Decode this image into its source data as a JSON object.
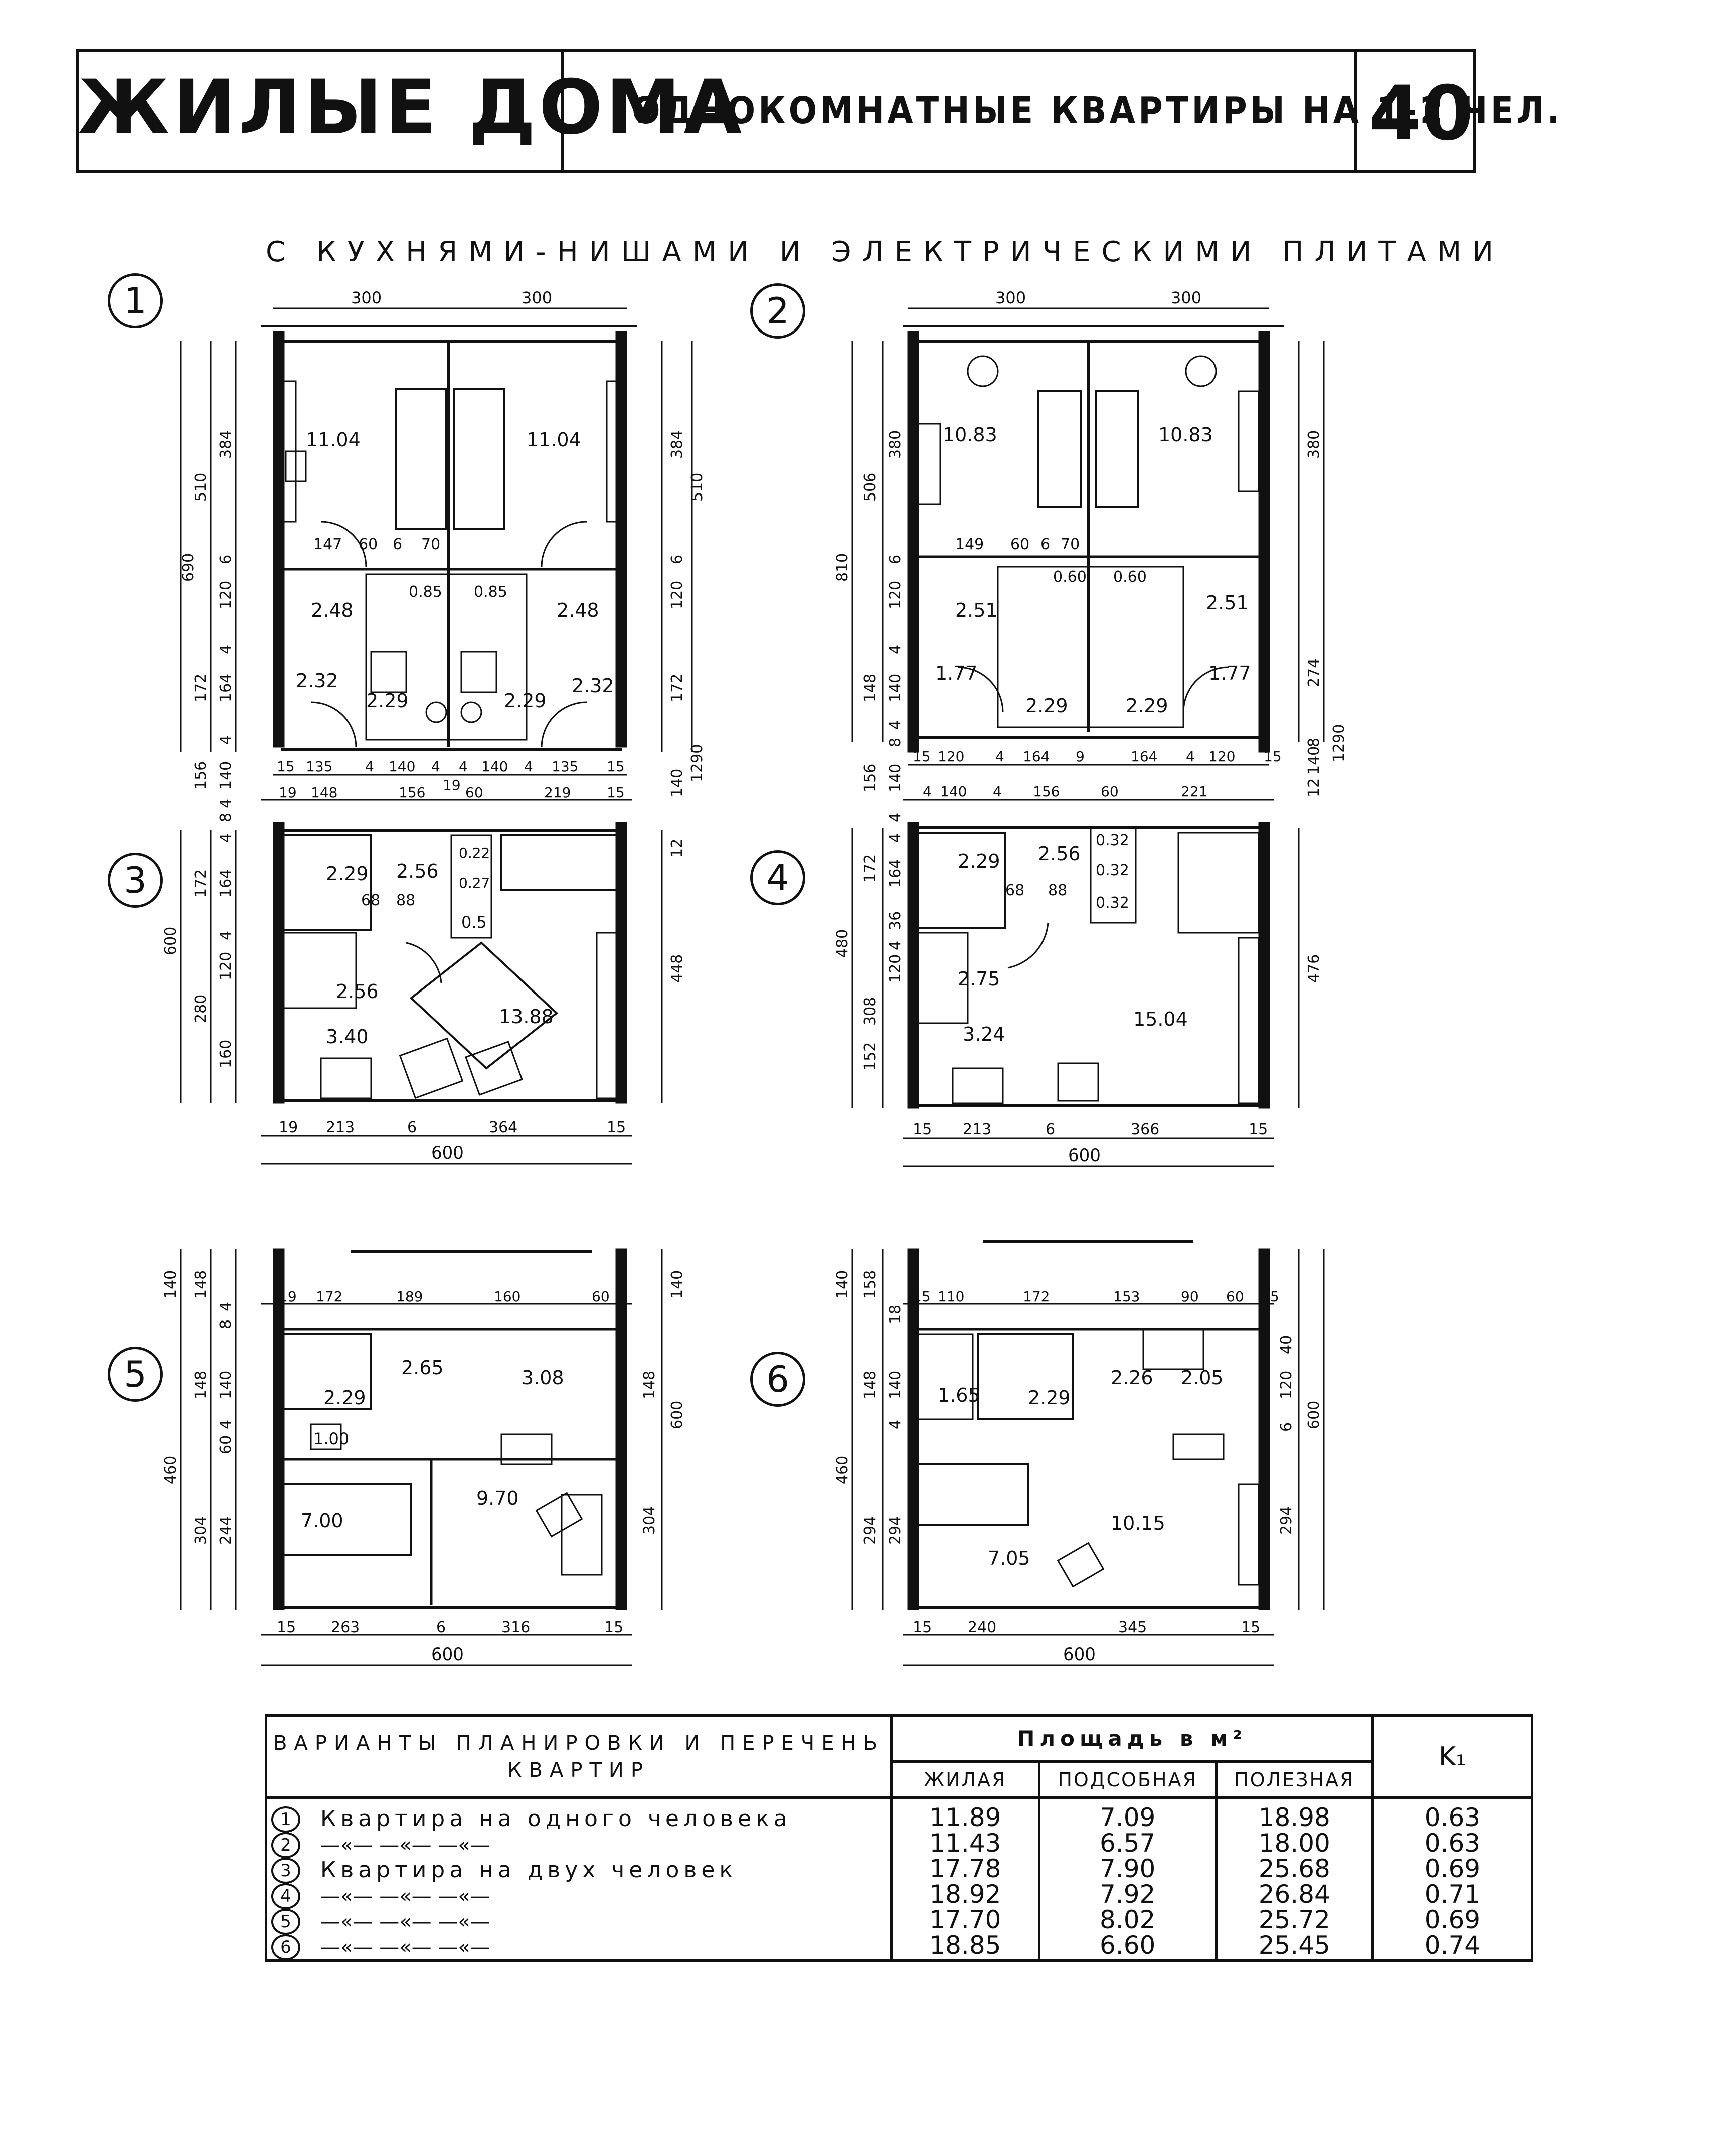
{
  "header": {
    "title": "ЖИЛЫЕ ДОМА",
    "subtitle": "ОДНОКОМНАТНЫЕ КВАРТИРЫ НА 1-2 ЧЕЛ.",
    "page_number": "40"
  },
  "section_title": "С КУХНЯМИ-НИШАМИ И ЭЛЕКТРИЧЕСКИМИ ПЛИТАМИ",
  "plans": [
    {
      "number": "1",
      "rooms": [
        "11.04",
        "2.48",
        "2.32",
        "2.29"
      ],
      "dims_top": [
        "300"
      ]
    },
    {
      "number": "2",
      "rooms": [
        "10.83",
        "2.51",
        "1.77",
        "2.29"
      ],
      "dims_top": [
        "300"
      ]
    },
    {
      "number": "3",
      "rooms": [
        "2.29",
        "2.56",
        "0.22",
        "0.27",
        "0.5",
        "2.56",
        "3.40",
        "13.88"
      ],
      "dims_bottom": [
        "19",
        "213",
        "6",
        "364",
        "15"
      ],
      "total": "600"
    },
    {
      "number": "4",
      "rooms": [
        "2.29",
        "2.56",
        "0.32",
        "0.32",
        "0.32",
        "2.75",
        "3.24",
        "15.04"
      ],
      "dims_bottom": [
        "15",
        "213",
        "6",
        "366",
        "15"
      ],
      "total": "600"
    },
    {
      "number": "5",
      "rooms": [
        "2.65",
        "3.08",
        "2.29",
        "1.00",
        "7.00",
        "9.70"
      ],
      "dims_top": [
        "19",
        "172",
        "189",
        "160",
        "60"
      ],
      "dims_bottom": [
        "15",
        "263",
        "6",
        "316",
        "15"
      ],
      "total": "600"
    },
    {
      "number": "6",
      "rooms": [
        "1.65",
        "2.29",
        "2.26",
        "2.05",
        "7.05",
        "10.15"
      ],
      "dims_top": [
        "15",
        "110",
        "172",
        "153",
        "90",
        "60",
        "15"
      ],
      "dims_bottom": [
        "15",
        "240",
        "345",
        "15"
      ],
      "total": "600"
    }
  ],
  "plan_dims": {
    "p1_left": [
      "690",
      "510",
      "384",
      "6",
      "120",
      "172",
      "4",
      "164",
      "4"
    ],
    "p1_right": [
      "384",
      "510",
      "6",
      "120",
      "172"
    ],
    "p1_mid": [
      "147",
      "60",
      "6",
      "70",
      "0.85",
      "0.85"
    ],
    "p1_bottom": [
      "15",
      "135",
      "4",
      "140",
      "4",
      "19",
      "4",
      "140",
      "4",
      "135",
      "15"
    ],
    "p2_left": [
      "810",
      "506",
      "380",
      "6",
      "120",
      "148",
      "4",
      "140",
      "4",
      "8"
    ],
    "p2_right": [
      "380",
      "274",
      "1290",
      "8"
    ],
    "p2_mid": [
      "149",
      "60",
      "6",
      "70",
      "0.60",
      "0.60"
    ],
    "p2_bottom": [
      "15",
      "120",
      "4",
      "164",
      "9",
      "164",
      "4",
      "120",
      "15"
    ],
    "p3_left": [
      "600",
      "156",
      "140",
      "4",
      "8",
      "172",
      "4",
      "164",
      "4",
      "120",
      "280",
      "160"
    ],
    "p3_top": [
      "19",
      "148",
      "156",
      "60",
      "219",
      "15"
    ],
    "p3_right": [
      "1290",
      "140",
      "12",
      "448"
    ],
    "p3_mid": [
      "68",
      "88"
    ],
    "p4_left": [
      "156",
      "140",
      "4",
      "480",
      "172",
      "4",
      "164",
      "36",
      "4",
      "120",
      "308",
      "152"
    ],
    "p4_top": [
      "4",
      "140",
      "4",
      "156",
      "60",
      "221"
    ],
    "p4_right": [
      "12",
      "140",
      "476"
    ],
    "p4_mid": [
      "68",
      "88"
    ],
    "p5_left": [
      "140",
      "148",
      "4",
      "8",
      "148",
      "140",
      "4",
      "60",
      "460",
      "304",
      "244"
    ],
    "p5_right": [
      "140",
      "148",
      "600",
      "304"
    ],
    "p6_left": [
      "140",
      "158",
      "18",
      "148",
      "140",
      "4",
      "460",
      "294",
      "294"
    ],
    "p6_right": [
      "40",
      "120",
      "6",
      "600",
      "294"
    ]
  },
  "table": {
    "header_variants": "ВАРИАНТЫ ПЛАНИРОВКИ И ПЕРЕЧЕНЬ КВАРТИР",
    "header_area": "Площадь в м²",
    "col_living": "ЖИЛАЯ",
    "col_aux": "ПОДСОБНАЯ",
    "col_useful": "ПОЛЕЗНАЯ",
    "col_k": "K₁",
    "rows": [
      {
        "idx": "1",
        "desc": "Квартира на одного человека",
        "living": "11.89",
        "aux": "7.09",
        "useful": "18.98",
        "k": "0.63"
      },
      {
        "idx": "2",
        "desc": "—«— —«— —«—",
        "living": "11.43",
        "aux": "6.57",
        "useful": "18.00",
        "k": "0.63"
      },
      {
        "idx": "3",
        "desc": "Квартира на двух человек",
        "living": "17.78",
        "aux": "7.90",
        "useful": "25.68",
        "k": "0.69"
      },
      {
        "idx": "4",
        "desc": "—«— —«— —«—",
        "living": "18.92",
        "aux": "7.92",
        "useful": "26.84",
        "k": "0.71"
      },
      {
        "idx": "5",
        "desc": "—«— —«— —«—",
        "living": "17.70",
        "aux": "8.02",
        "useful": "25.72",
        "k": "0.69"
      },
      {
        "idx": "6",
        "desc": "—«— —«— —«—",
        "living": "18.85",
        "aux": "6.60",
        "useful": "25.45",
        "k": "0.74"
      }
    ]
  }
}
